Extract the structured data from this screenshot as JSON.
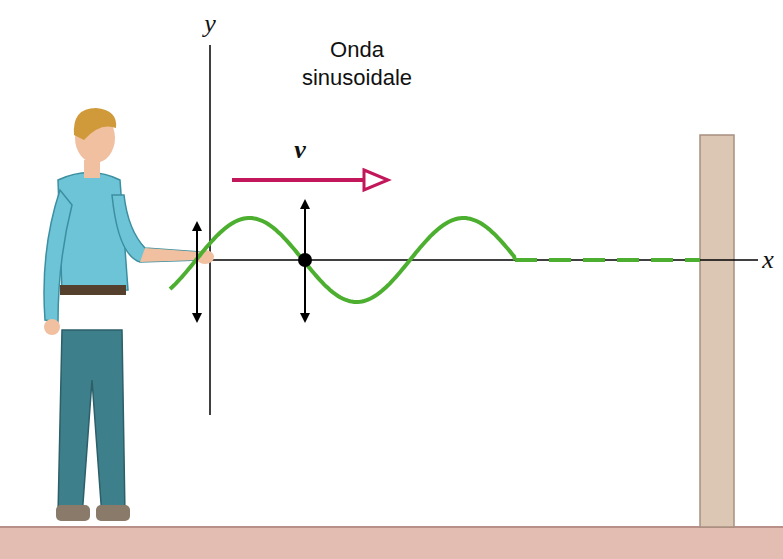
{
  "diagram": {
    "labels": [
      "y",
      "Onda sinusoidale",
      "v",
      "x"
    ]
  }
}
